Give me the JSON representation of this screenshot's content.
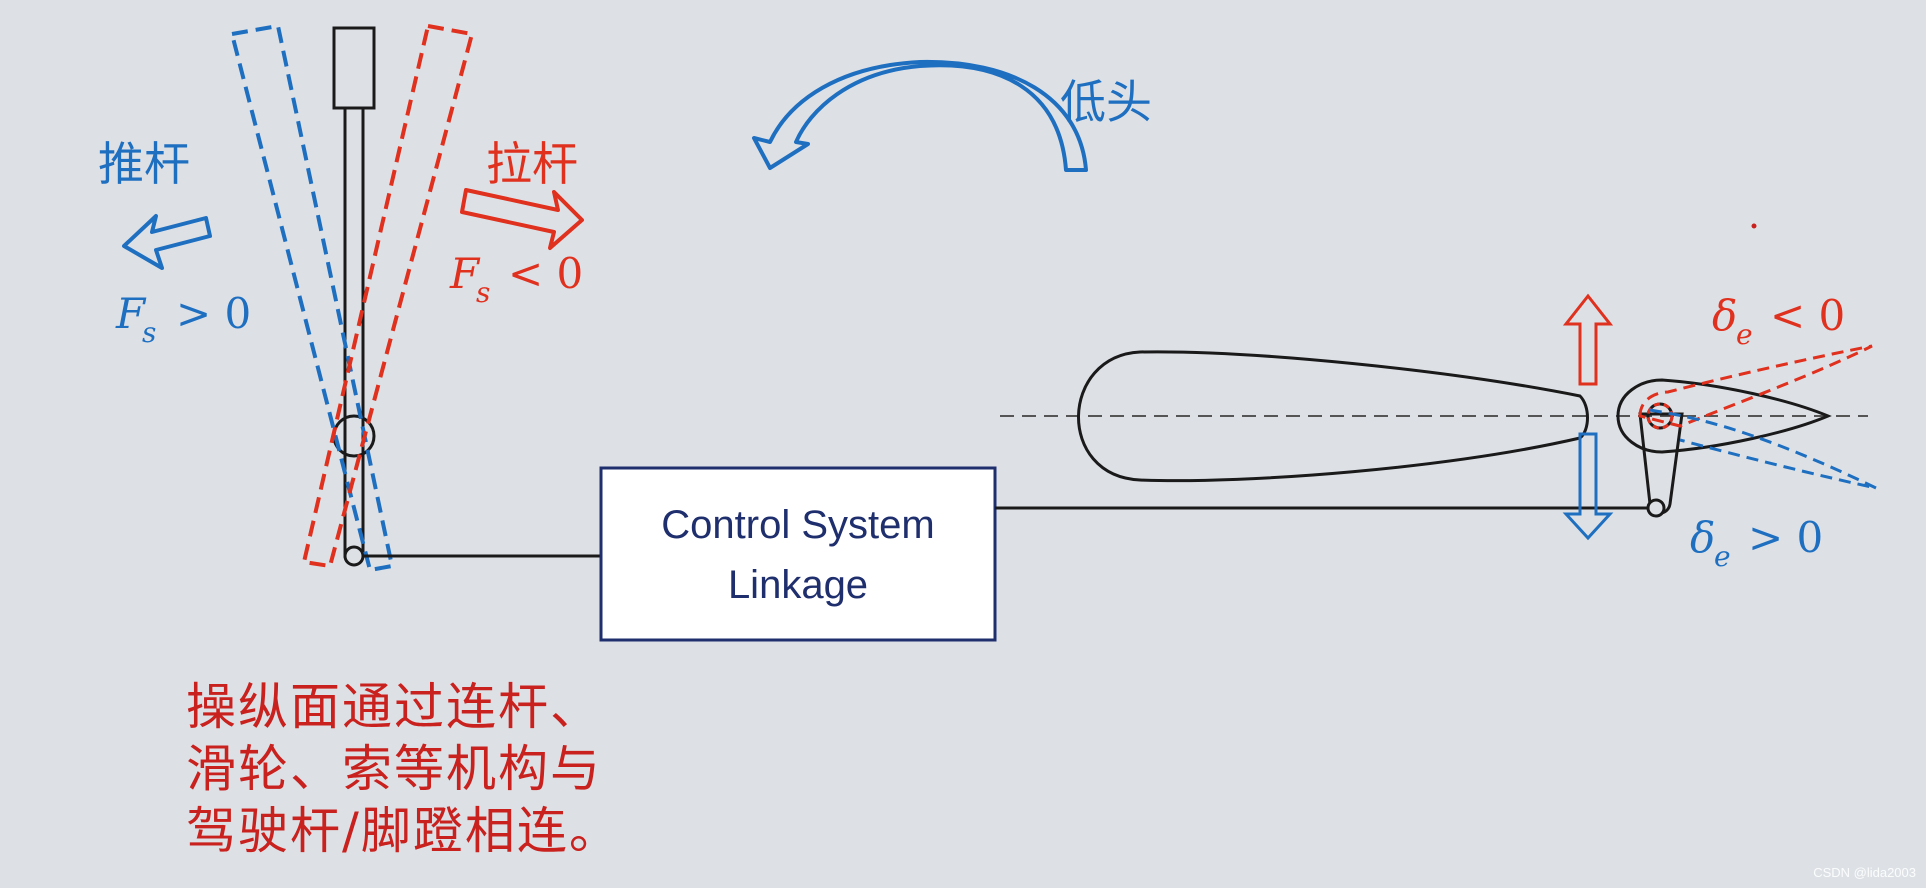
{
  "labels": {
    "push": "推杆",
    "pull": "拉杆",
    "nose_down": "低头",
    "fs_push": "F",
    "fs_push_sub": "s",
    "fs_push_rel": "> 0",
    "fs_pull": "F",
    "fs_pull_sub": "s",
    "fs_pull_rel": "< 0",
    "de_up": "δ",
    "de_up_sub": "e",
    "de_up_rel": "< 0",
    "de_down": "δ",
    "de_down_sub": "e",
    "de_down_rel": "> 0",
    "box_line1": "Control System",
    "box_line2": "Linkage"
  },
  "caption": {
    "lines": [
      "操纵面通过连杆、",
      "滑轮、索等机构与",
      "驾驶杆/脚蹬相连。"
    ]
  },
  "watermark": "CSDN @lida2003",
  "colors": {
    "background": "#dde1e6",
    "push_blue": "#1f6fc1",
    "pull_red": "#e0301e",
    "caption_red": "#c9211e",
    "box_border": "#1f2f6e",
    "box_text": "#1f2f6e",
    "line_black": "#1a1a1a"
  },
  "icons": {
    "push_arrow": "left-arrow-icon",
    "pull_arrow": "right-arrow-icon",
    "pitch_arrow": "curved-arrow-icon",
    "up_arrow": "up-arrow-icon",
    "down_arrow": "down-arrow-icon"
  }
}
